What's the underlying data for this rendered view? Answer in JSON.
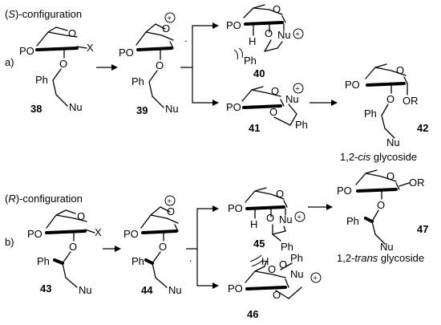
{
  "part_a": {
    "title_open": "(",
    "title_letter": "S",
    "title_rest": ")-configuration",
    "row_label": "a)",
    "compounds": {
      "c38": {
        "number": "38",
        "po": "PO",
        "ph": "Ph",
        "nu": "Nu",
        "x": "X"
      },
      "c39": {
        "number": "39",
        "po": "PO",
        "ph": "Ph",
        "nu": "Nu"
      },
      "c40": {
        "number": "40",
        "po": "PO",
        "h": "H",
        "nu": "Nu",
        "ph": "Ph"
      },
      "c41": {
        "number": "41",
        "po": "PO",
        "nu": "Nu",
        "ph": "Ph"
      },
      "c42": {
        "number": "42",
        "po": "PO",
        "ph": "Ph",
        "nu": "Nu",
        "or": "OR"
      }
    },
    "product_label_pre": "1,2-",
    "product_label_italic": "cis",
    "product_label_post": " glycoside"
  },
  "part_b": {
    "title_open": "(",
    "title_letter": "R",
    "title_rest": ")-configuration",
    "row_label": "b)",
    "compounds": {
      "c43": {
        "number": "43",
        "po": "PO",
        "ph": "Ph",
        "nu": "Nu",
        "x": "X"
      },
      "c44": {
        "number": "44",
        "po": "PO",
        "ph": "Ph",
        "nu": "Nu"
      },
      "c45": {
        "number": "45",
        "po": "PO",
        "h": "H",
        "nu": "Nu",
        "ph": "Ph"
      },
      "c46": {
        "number": "46",
        "po": "PO",
        "h": "H",
        "nu": "Nu",
        "ph": "Ph"
      },
      "c47": {
        "number": "47",
        "po": "PO",
        "ph": "Ph",
        "nu": "Nu",
        "or": "OR"
      }
    },
    "product_label_pre": "1,2-",
    "product_label_italic": "trans",
    "product_label_post": " glycoside"
  },
  "charge": "+"
}
